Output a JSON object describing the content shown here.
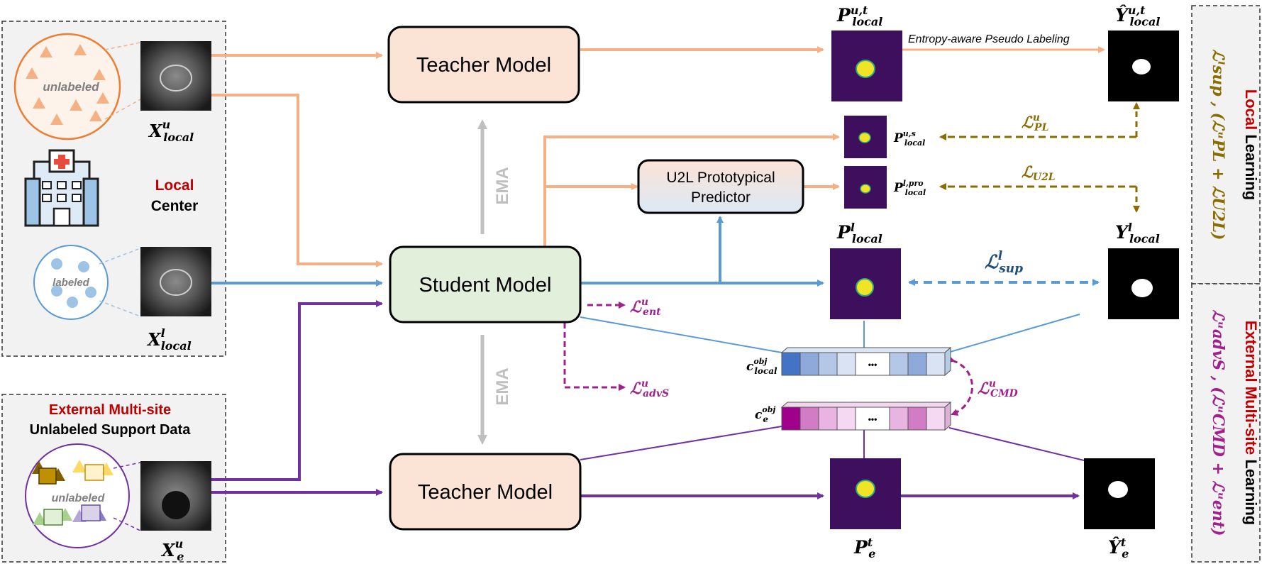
{
  "local_center": {
    "unlabeled_label": "unlabeled",
    "labeled_label": "labeled",
    "title_line1": "Local",
    "title_line2": "Center",
    "x_u_main": "X",
    "x_u_sup": "u",
    "x_u_sub": "local",
    "x_l_main": "X",
    "x_l_sup": "l",
    "x_l_sub": "local"
  },
  "external_site": {
    "title_line1": "External Multi-site",
    "title_line2": "Unlabeled Support Data",
    "unlabeled_label": "unlabeled",
    "x_e_main": "X",
    "x_e_sup": "u",
    "x_e_sub": "e"
  },
  "models": {
    "teacher_top": "Teacher Model",
    "student": "Student Model",
    "teacher_bottom": "Teacher Model",
    "u2l_line1": "U2L Prototypical",
    "u2l_line2": "Predictor",
    "ema_top": "EMA",
    "ema_bottom": "EMA"
  },
  "predictions": {
    "p_ut": {
      "main": "P",
      "sup": "u,t",
      "sub": "local"
    },
    "y_hat_ut": {
      "main": "Ŷ",
      "sup": "u,t",
      "sub": "local"
    },
    "pseudo_label_caption": "Entropy-aware Pseudo Labeling",
    "p_us": {
      "main": "P",
      "sup": "u,s",
      "sub": "local"
    },
    "p_lpro": {
      "main": "P",
      "sup": "l,pro",
      "sub": "local"
    },
    "p_l": {
      "main": "P",
      "sup": "l",
      "sub": "local"
    },
    "y_l": {
      "main": "Y",
      "sup": "l",
      "sub": "local"
    },
    "p_et": {
      "main": "P",
      "sup": "t",
      "sub": "e"
    },
    "y_hat_et": {
      "main": "Ŷ",
      "sup": "t",
      "sub": "e"
    }
  },
  "losses": {
    "l_pl": {
      "main": "ℒ",
      "sup": "u",
      "sub": "PL"
    },
    "l_u2l": {
      "main": "ℒ",
      "sup": "",
      "sub": "U2L"
    },
    "l_sup": {
      "main": "ℒ",
      "sup": "l",
      "sub": "sup"
    },
    "l_ent": {
      "main": "ℒ",
      "sup": "u",
      "sub": "ent"
    },
    "l_advs": {
      "main": "ℒ",
      "sup": "u",
      "sub": "advS"
    },
    "l_cmd": {
      "main": "ℒ",
      "sup": "u",
      "sub": "CMD"
    }
  },
  "vectors": {
    "c_local": {
      "main": "c",
      "sup": "obj",
      "sub": "local"
    },
    "c_e": {
      "main": "c",
      "sup": "obj",
      "sub": "e"
    },
    "ellipsis": "•••"
  },
  "side_panels": {
    "local_title_word1": "Local",
    "local_title_word2": " Learning",
    "local_formula": "ℒˡsup , (ℒᵘPL + ℒU2L)",
    "external_title_word1": "External Multi-site",
    "external_title_word2": " Learning",
    "external_formula": "ℒᵘadvS , (ℒᵘCMD + ℒᵘent)"
  },
  "colors": {
    "orange": "#f5b183",
    "blue": "#5b9bd5",
    "purple": "#7030a0",
    "loss_brown": "#8a6d00",
    "loss_magenta": "#a0208c",
    "red_title": "#c00000",
    "teacher_fill": "#fbe3d6",
    "student_fill": "#e2efda",
    "map_bg": "#3d0f5c",
    "seg_yellow": "#f1e427"
  }
}
